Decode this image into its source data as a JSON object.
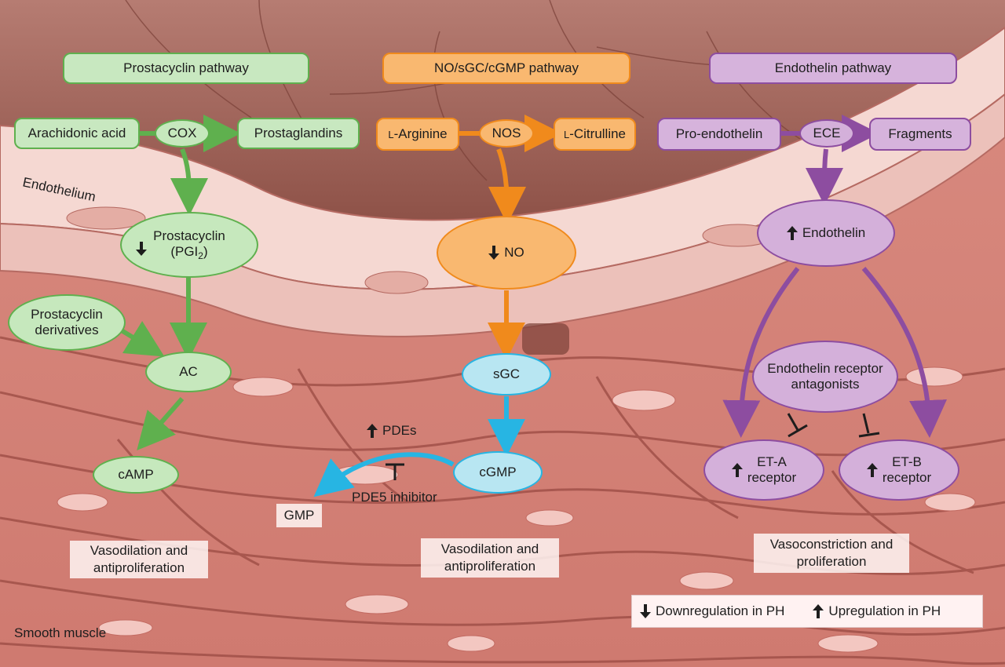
{
  "tissue": {
    "endothelium_label": "Endothelium",
    "smooth_muscle_label": "Smooth muscle"
  },
  "prostacyclin": {
    "header": "Prostacyclin pathway",
    "arachidonic_acid": "Arachidonic acid",
    "cox": "COX",
    "prostaglandins": "Prostaglandins",
    "prostacyclin_line1": "Prostacyclin",
    "prostacyclin_line2_pre": "(PGI",
    "prostacyclin_sub": "2",
    "prostacyclin_line2_post": ")",
    "derivatives_line1": "Prostacyclin",
    "derivatives_line2": "derivatives",
    "ac": "AC",
    "camp": "cAMP",
    "outcome_line1": "Vasodilation and",
    "outcome_line2": "antiproliferation",
    "prostacyclin_regulation": "down"
  },
  "no": {
    "header": "NO/sGC/cGMP pathway",
    "arginine_prefix": "L",
    "arginine_suffix": "-Arginine",
    "nos": "NOS",
    "citrulline_prefix": "L",
    "citrulline_suffix": "-Citrulline",
    "no_label": "NO",
    "no_regulation": "down",
    "sgc": "sGC",
    "cgmp": "cGMP",
    "pdes": "PDEs",
    "pdes_regulation": "up",
    "pde5_inhibitor": "PDE5 inhibitor",
    "gmp": "GMP",
    "outcome_line1": "Vasodilation and",
    "outcome_line2": "antiproliferation"
  },
  "endothelin": {
    "header": "Endothelin pathway",
    "pro_endothelin": "Pro-endothelin",
    "ece": "ECE",
    "fragments": "Fragments",
    "endothelin_label": "Endothelin",
    "endothelin_regulation": "up",
    "antagonists_line1": "Endothelin receptor",
    "antagonists_line2": "antagonists",
    "eta_line1": "ET-A",
    "eta_line2": "receptor",
    "etb_line1": "ET-B",
    "etb_line2": "receptor",
    "outcome_line1": "Vasoconstriction and",
    "outcome_line2": "proliferation"
  },
  "legend": {
    "down_label": "Downregulation in PH",
    "up_label": "Upregulation in PH"
  },
  "colors": {
    "prostacyclin_green": "#5fb04e",
    "no_orange": "#f08a1c",
    "sgc_blue": "#27b5e3",
    "endothelin_purple": "#8d4da0"
  }
}
